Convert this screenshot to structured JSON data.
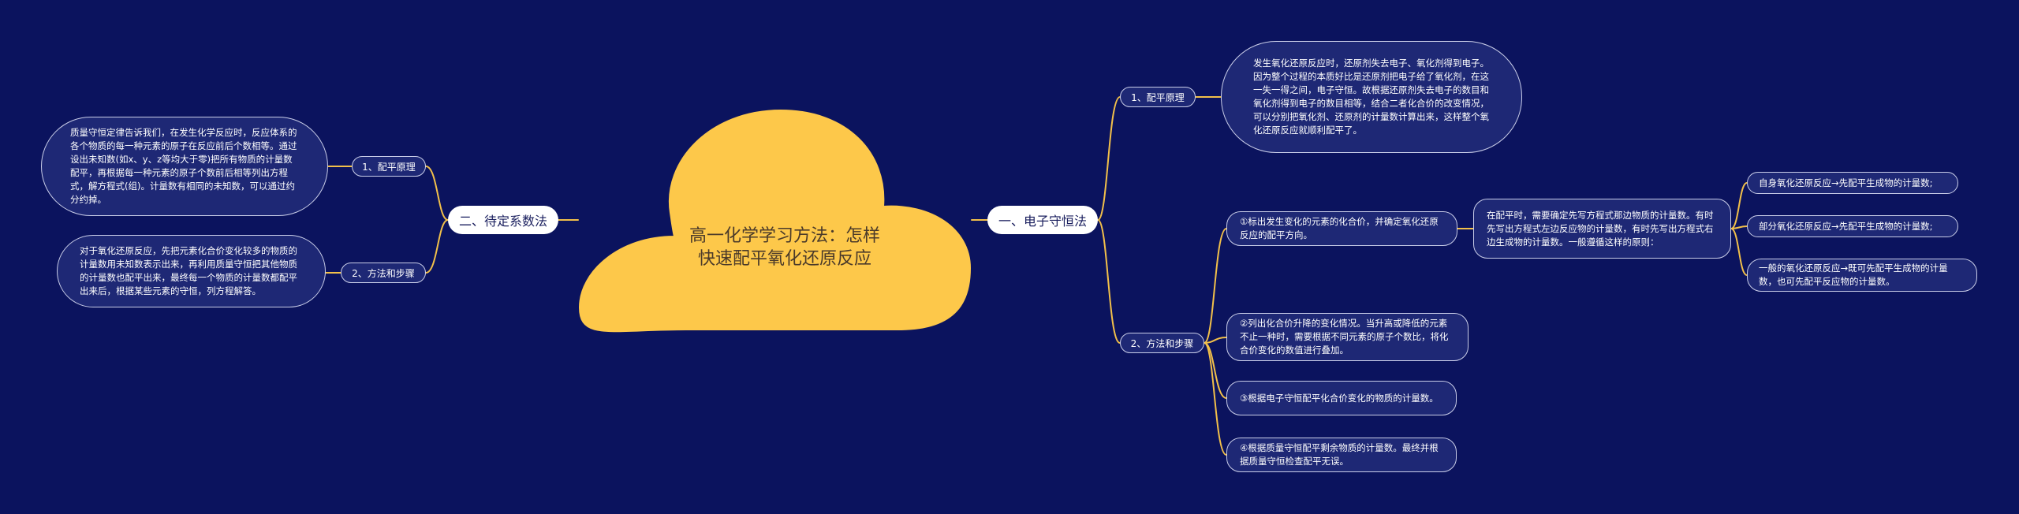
{
  "colors": {
    "background": "#0b135e",
    "cloud": "#fdc84a",
    "node_fill": "#1e2875",
    "node_border": "#c9cde8",
    "connector": "#f2c04a",
    "main_pill": "#ffffff"
  },
  "center": {
    "title": "高一化学学习方法：怎样\n快速配平氧化还原反应"
  },
  "right": {
    "main": "一、电子守恒法",
    "sub1": {
      "label": "1、配平原理",
      "text": "发生氧化还原反应时，还原剂失去电子、氧化剂得到电子。因为整个过程的本质好比是还原剂把电子给了氧化剂，在这一失一得之间，电子守恒。故根据还原剂失去电子的数目和氧化剂得到电子的数目相等，结合二者化合价的改变情况，可以分别把氧化剂、还原剂的计量数计算出来，这样整个氧化还原反应就顺利配平了。"
    },
    "sub2": {
      "label": "2、方法和步骤",
      "step1": "①标出发生变化的元素的化合价，并确定氧化还原反应的配平方向。",
      "step1_detail": "在配平时，需要确定先写方程式那边物质的计量数。有时先写出方程式左边反应物的计量数，有时先写出方程式右边生成物的计量数。一般遵循这样的原则：",
      "rules": [
        "自身氧化还原反应→先配平生成物的计量数;",
        "部分氧化还原反应→先配平生成物的计量数;",
        "一般的氧化还原反应→既可先配平生成物的计量数，也可先配平反应物的计量数。"
      ],
      "step2": "②列出化合价升降的变化情况。当升高或降低的元素不止一种时，需要根据不同元素的原子个数比，将化合价变化的数值进行叠加。",
      "step3": "③根据电子守恒配平化合价变化的物质的计量数。",
      "step4": "④根据质量守恒配平剩余物质的计量数。最终并根据质量守恒检查配平无误。"
    }
  },
  "left": {
    "main": "二、待定系数法",
    "sub1": {
      "label": "1、配平原理",
      "text": "质量守恒定律告诉我们，在发生化学反应时，反应体系的各个物质的每一种元素的原子在反应前后个数相等。通过设出未知数(如x、y、z等均大于零)把所有物质的计量数配平，再根据每一种元素的原子个数前后相等列出方程式，解方程式(组)。计量数有相同的未知数，可以通过约分约掉。"
    },
    "sub2": {
      "label": "2、方法和步骤",
      "text": "对于氧化还原反应，先把元素化合价变化较多的物质的计量数用未知数表示出来，再利用质量守恒把其他物质的计量数也配平出来，最终每一个物质的计量数都配平出来后，根据某些元素的守恒，列方程解答。"
    }
  }
}
